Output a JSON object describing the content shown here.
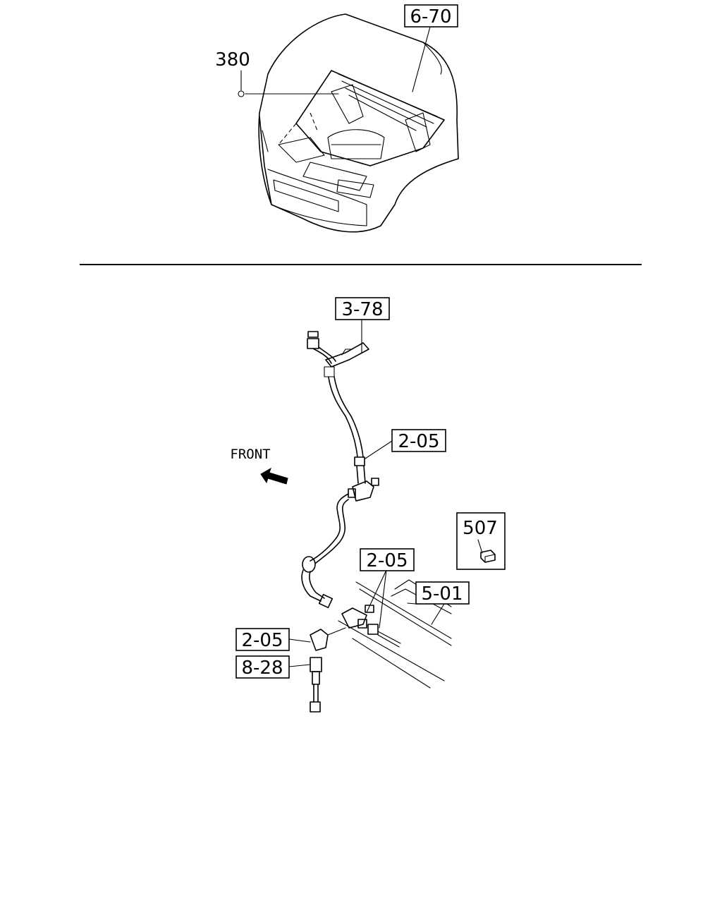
{
  "callouts": {
    "cab_ref": "6-70",
    "cab_part": "380",
    "bracket_ref": "3-78",
    "hose_ref_upper": "2-05",
    "fitting_ref": "2-05",
    "elbow_ref": "2-05",
    "frame_ref": "5-01",
    "switch_ref": "8-28",
    "inset_part": "507"
  },
  "front_label": "FRONT"
}
